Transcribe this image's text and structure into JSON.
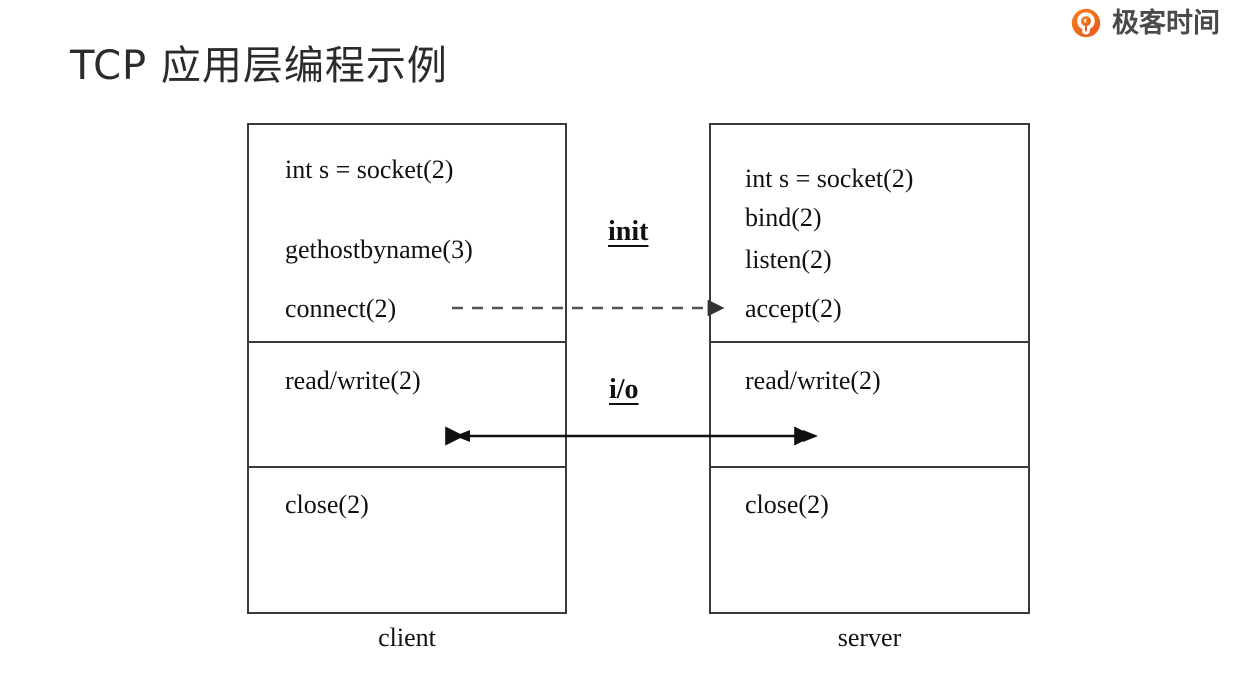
{
  "brand": {
    "mark": "geektime-logo-icon",
    "name": "极客时间",
    "color": "#f26a21",
    "text_color": "#4a4a4a"
  },
  "slide": {
    "title": "TCP 应用层编程示例",
    "background": "#ffffff"
  },
  "diagram": {
    "type": "sequence-block-diagram",
    "stroke_color": "#3a3a3a",
    "columns": [
      {
        "id": "client",
        "caption": "client",
        "sections": [
          {
            "id": "client-init",
            "lines": [
              "int s = socket(2)",
              "gethostbyname(3)",
              "connect(2)"
            ]
          },
          {
            "id": "client-io",
            "lines": [
              "read/write(2)"
            ]
          },
          {
            "id": "client-close",
            "lines": [
              "close(2)"
            ]
          }
        ]
      },
      {
        "id": "server",
        "caption": "server",
        "sections": [
          {
            "id": "server-init",
            "lines": [
              "int s = socket(2)",
              "bind(2)",
              "listen(2)",
              "accept(2)"
            ]
          },
          {
            "id": "server-io",
            "lines": [
              "read/write(2)"
            ]
          },
          {
            "id": "server-close",
            "lines": [
              "close(2)"
            ]
          }
        ]
      }
    ],
    "connectors": [
      {
        "id": "init-connector",
        "label": "init",
        "style": "dashed",
        "direction": "client-to-server",
        "arrowheads": "end"
      },
      {
        "id": "io-connector",
        "label": "i/o",
        "style": "solid",
        "direction": "bidirectional",
        "arrowheads": "both"
      }
    ]
  }
}
